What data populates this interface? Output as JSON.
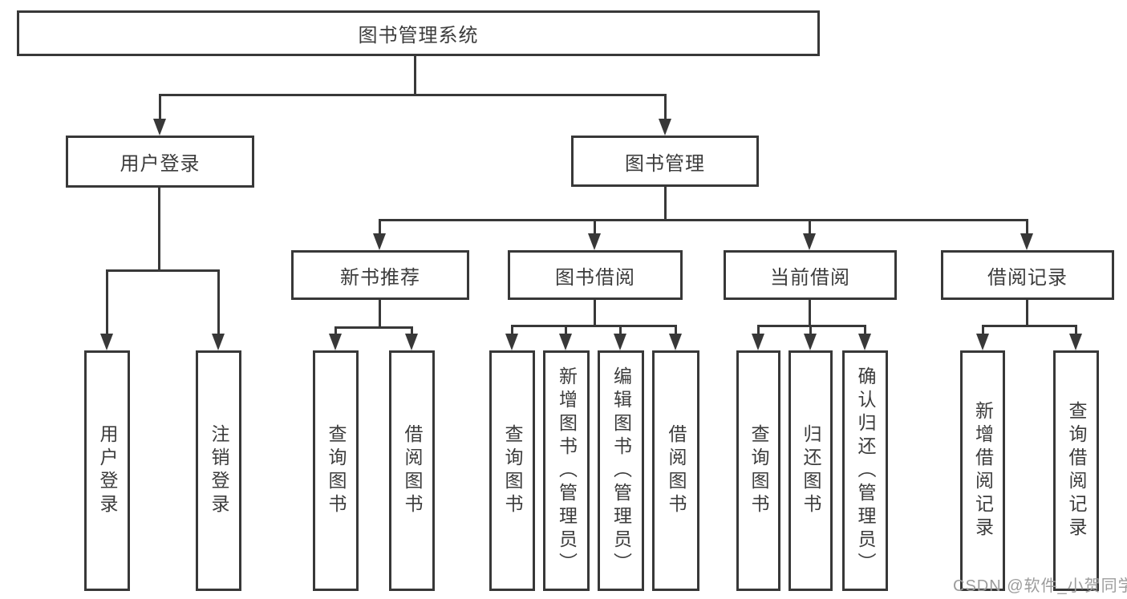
{
  "diagram": {
    "root": {
      "label": "图书管理系统"
    },
    "level2": [
      {
        "label": "用户登录"
      },
      {
        "label": "图书管理"
      }
    ],
    "level3": [
      {
        "label": "新书推荐"
      },
      {
        "label": "图书借阅"
      },
      {
        "label": "当前借阅"
      },
      {
        "label": "借阅记录"
      }
    ],
    "leaves": [
      {
        "label": "用户登录"
      },
      {
        "label": "注销登录"
      },
      {
        "label": "查询图书"
      },
      {
        "label": "借阅图书"
      },
      {
        "label": "查询图书"
      },
      {
        "label": "新增图书（管理员）"
      },
      {
        "label": "编辑图书（管理员）"
      },
      {
        "label": "借阅图书"
      },
      {
        "label": "查询图书"
      },
      {
        "label": "归还图书"
      },
      {
        "label": "确认归还（管理员）"
      },
      {
        "label": "新增借阅记录"
      },
      {
        "label": "查询借阅记录"
      }
    ],
    "watermark": "CSDN @软件_小贺同学",
    "colors": {
      "line": "#383838",
      "text": "#3c3c3c",
      "watermark": "#9c9c9c",
      "background": "#ffffff"
    }
  }
}
